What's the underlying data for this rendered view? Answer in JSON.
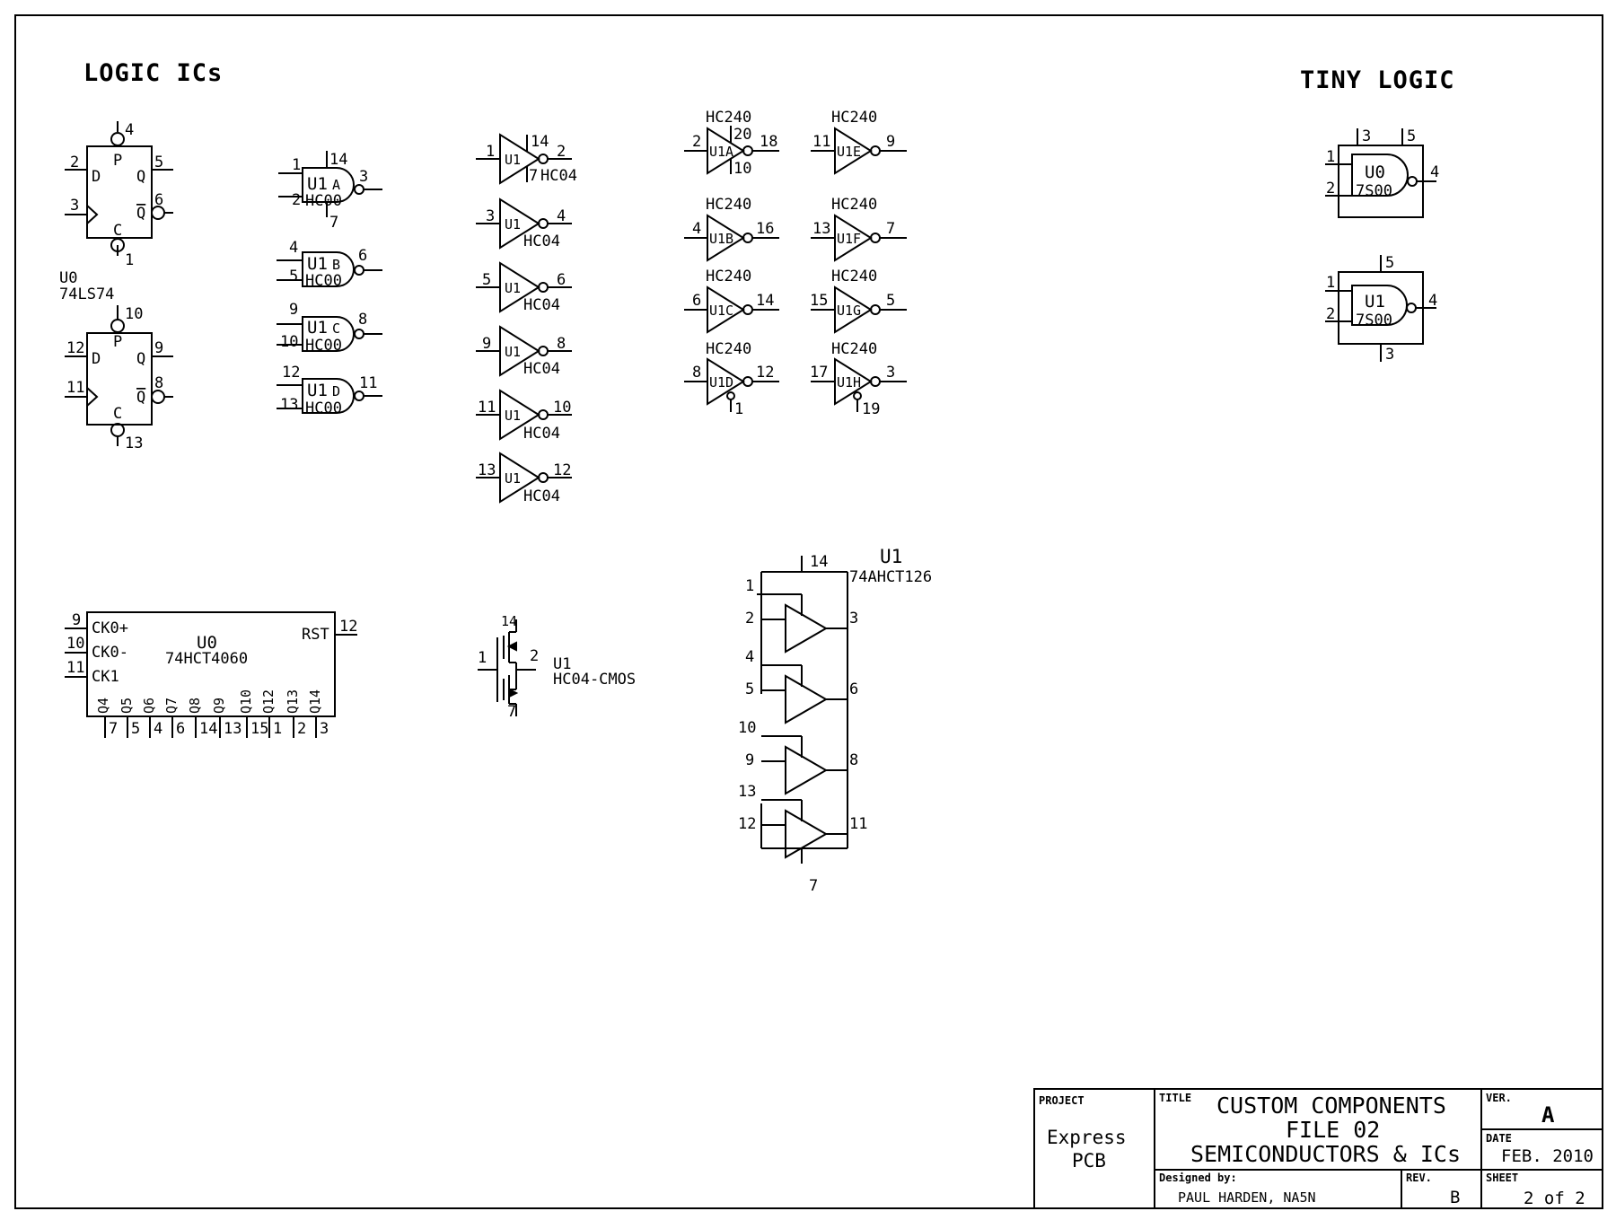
{
  "sections": {
    "logic": "LOGIC ICs",
    "tiny": "TINY LOGIC"
  },
  "flipflop": {
    "ref": "U0",
    "part": "74LS74",
    "a": {
      "d": "D",
      "q": "Q",
      "qbar": "Q",
      "p": "P",
      "c": "C",
      "p_pin": "4",
      "d_pin": "2",
      "clk_pin": "3",
      "q_pin": "5",
      "qb_pin": "6",
      "c_pin": "1"
    },
    "b": {
      "d": "D",
      "q": "Q",
      "qbar": "Q",
      "p": "P",
      "c": "C",
      "p_pin": "10",
      "d_pin": "12",
      "clk_pin": "11",
      "q_pin": "9",
      "qb_pin": "8",
      "c_pin": "13"
    }
  },
  "nand_gates": [
    {
      "ref": "U1",
      "unit": "A",
      "part": "HC00",
      "in1": "1",
      "in2": "2",
      "out": "3",
      "vcc": "14",
      "gnd": "7"
    },
    {
      "ref": "U1",
      "unit": "B",
      "part": "HC00",
      "in1": "4",
      "in2": "5",
      "out": "6"
    },
    {
      "ref": "U1",
      "unit": "C",
      "part": "HC00",
      "in1": "9",
      "in2": "10",
      "out": "8"
    },
    {
      "ref": "U1",
      "unit": "D",
      "part": "HC00",
      "in1": "12",
      "in2": "13",
      "out": "11"
    }
  ],
  "inverters": [
    {
      "ref": "U1",
      "part": "HC04",
      "in": "1",
      "out": "2",
      "vcc": "14",
      "gnd": "7"
    },
    {
      "ref": "U1",
      "part": "HC04",
      "in": "3",
      "out": "4"
    },
    {
      "ref": "U1",
      "part": "HC04",
      "in": "5",
      "out": "6"
    },
    {
      "ref": "U1",
      "part": "HC04",
      "in": "9",
      "out": "8"
    },
    {
      "ref": "U1",
      "part": "HC04",
      "in": "11",
      "out": "10"
    },
    {
      "ref": "U1",
      "part": "HC04",
      "in": "13",
      "out": "12"
    }
  ],
  "buffers": [
    {
      "part": "HC240",
      "ref": "U1A",
      "in": "2",
      "out": "18",
      "vcc": "20",
      "gnd": "10"
    },
    {
      "part": "HC240",
      "ref": "U1E",
      "in": "11",
      "out": "9"
    },
    {
      "part": "HC240",
      "ref": "U1B",
      "in": "4",
      "out": "16"
    },
    {
      "part": "HC240",
      "ref": "U1F",
      "in": "13",
      "out": "7"
    },
    {
      "part": "HC240",
      "ref": "U1C",
      "in": "6",
      "out": "14"
    },
    {
      "part": "HC240",
      "ref": "U1G",
      "in": "15",
      "out": "5"
    },
    {
      "part": "HC240",
      "ref": "U1D",
      "in": "8",
      "out": "12",
      "oe": "1"
    },
    {
      "part": "HC240",
      "ref": "U1H",
      "in": "17",
      "out": "3",
      "oe": "19"
    }
  ],
  "tiny": [
    {
      "ref": "U0",
      "part": "7S00",
      "in1": "1",
      "in2": "2",
      "out": "4",
      "top1": "3",
      "top2": "5"
    },
    {
      "ref": "U1",
      "part": "7S00",
      "in1": "1",
      "in2": "2",
      "out": "4",
      "top": "5",
      "bottom": "3"
    }
  ],
  "counter": {
    "ref": "U0",
    "part": "74HCT4060",
    "inputs": [
      {
        "pin": "9",
        "label": "CK0+"
      },
      {
        "pin": "10",
        "label": "CK0-"
      },
      {
        "pin": "11",
        "label": "CK1"
      }
    ],
    "rst": {
      "pin": "12",
      "label": "RST"
    },
    "outputs": [
      {
        "label": "Q4",
        "pin": "7"
      },
      {
        "label": "Q5",
        "pin": "5"
      },
      {
        "label": "Q6",
        "pin": "4"
      },
      {
        "label": "Q7",
        "pin": "6"
      },
      {
        "label": "Q8",
        "pin": "14"
      },
      {
        "label": "Q9",
        "pin": "13"
      },
      {
        "label": "Q10",
        "pin": "15"
      },
      {
        "label": "Q12",
        "pin": "1"
      },
      {
        "label": "Q13",
        "pin": "2"
      },
      {
        "label": "Q14",
        "pin": "3"
      }
    ]
  },
  "cmos": {
    "ref": "U1",
    "part": "HC04-CMOS",
    "in": "1",
    "out": "2",
    "vdd": "14",
    "gnd": "7"
  },
  "quad_buffer": {
    "ref": "U1",
    "part": "74AHCT126",
    "vcc": "14",
    "gnd": "7",
    "gates": [
      {
        "oe": "1",
        "in": "2",
        "out": "3"
      },
      {
        "oe": "4",
        "in": "5",
        "out": "6"
      },
      {
        "oe": "10",
        "in": "9",
        "out": "8"
      },
      {
        "oe": "13",
        "in": "12",
        "out": "11"
      }
    ]
  },
  "title_block": {
    "project_label": "PROJECT",
    "project1": "Express",
    "project2": "PCB",
    "title_label": "TITLE",
    "title1": "CUSTOM COMPONENTS",
    "title2": "FILE 02",
    "title3": "SEMICONDUCTORS & ICs",
    "ver_label": "VER.",
    "ver": "A",
    "date_label": "DATE",
    "date": "FEB. 2010",
    "designed_label": "Designed by:",
    "designer": "PAUL HARDEN, NA5N",
    "rev_label": "REV.",
    "rev": "B",
    "sheet_label": "SHEET",
    "sheet": "2 of 2"
  }
}
